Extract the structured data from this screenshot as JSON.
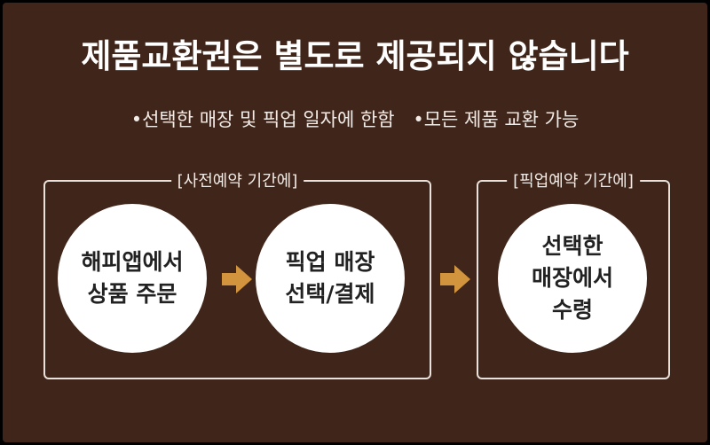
{
  "title": "제품교환권은 별도로 제공되지 않습니다",
  "subtitle": {
    "item1": "•선택한 매장 및 픽업 일자에 한함",
    "item2": "•모든 제품 교환 가능"
  },
  "groups": {
    "preorder_label": "[사전예약 기간에]",
    "pickup_label": "[픽업예약 기간에]"
  },
  "steps": [
    {
      "line1": "해피앱에서",
      "line2": "상품 주문",
      "line3": ""
    },
    {
      "line1": "픽업 매장",
      "line2": "선택/결제",
      "line3": ""
    },
    {
      "line1": "선택한",
      "line2": "매장에서",
      "line3": "수령"
    }
  ],
  "colors": {
    "background": "#40261a",
    "arrow": "#d2953d",
    "circle": "#ffffff",
    "text_dark": "#222222"
  },
  "icons": {
    "arrow": "right-arrow-icon"
  }
}
